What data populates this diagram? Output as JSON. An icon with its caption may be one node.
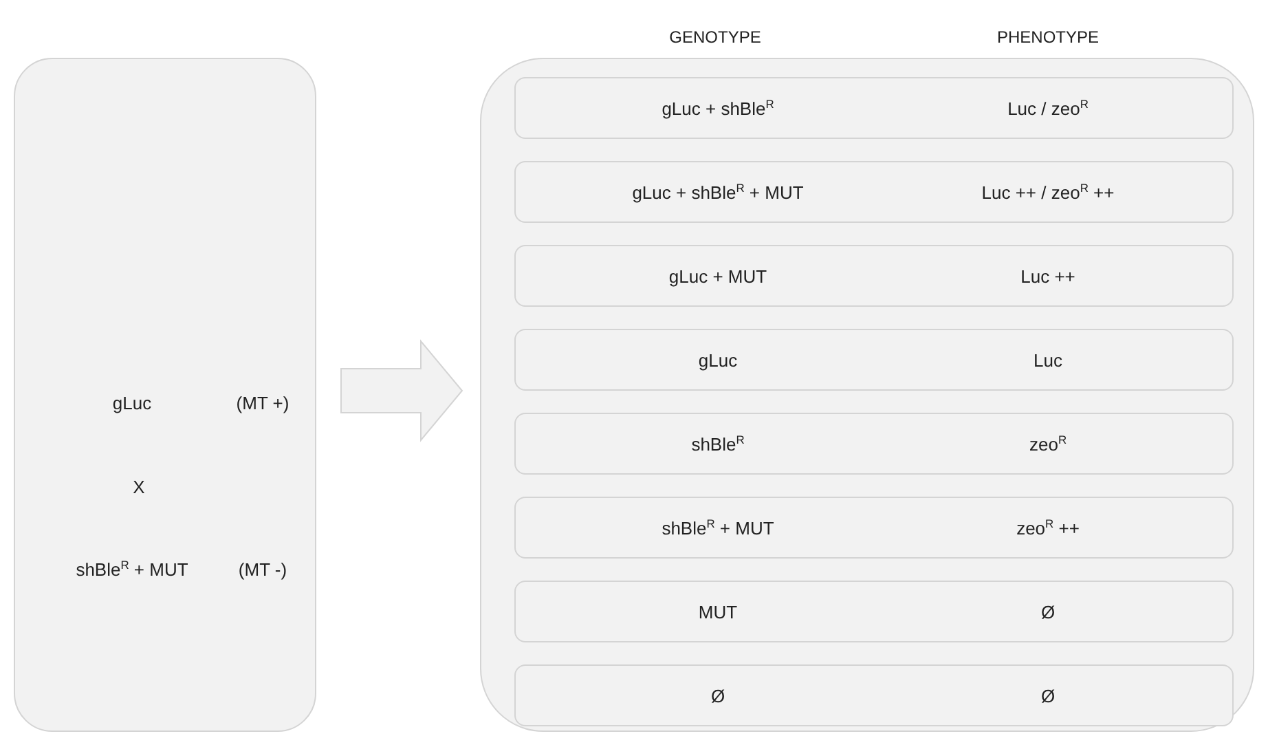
{
  "diagram": {
    "nodes": [
      {
        "text": [
          "gLuc",
          "(MT +)",
          "X",
          "shBle$^{R}$ + MUT",
          "(MT -)"
        ]
      },
      {
        "text": [],
        "shape": "box"
      },
      {
        "text": [
          "gLuc + shBle$^{R}$",
          "Luc / zeo$^{R}$"
        ],
        "in": 1
      },
      {
        "text": [
          "gLuc + shBle$^{R}$ + MUT",
          "Luc ++ / zeo$^{R}$ ++"
        ],
        "in": 1
      },
      {
        "text": [
          "gLuc + MUT",
          "Luc ++"
        ],
        "in": 1
      },
      {
        "text": [
          "gLuc",
          "Luc"
        ],
        "in": 1
      },
      {
        "text": [
          "shBle$^{R}$",
          "zeo$^{R}$"
        ],
        "in": 1
      },
      {
        "text": [
          "shBle$^{R}$ + MUT",
          "zeo$^{R}$ ++"
        ],
        "in": 1
      },
      {
        "text": [
          "MUT",
          "Ø"
        ],
        "in": 1
      },
      {
        "text": [
          "Ø",
          "Ø"
        ],
        "in": 1
      }
    ],
    "edges": [
      {
        "from": 0,
        "to": 1,
        "arrow": "to"
      }
    ],
    "labels": [
      "GENOTYPE",
      "PHENOTYPE"
    ]
  }
}
